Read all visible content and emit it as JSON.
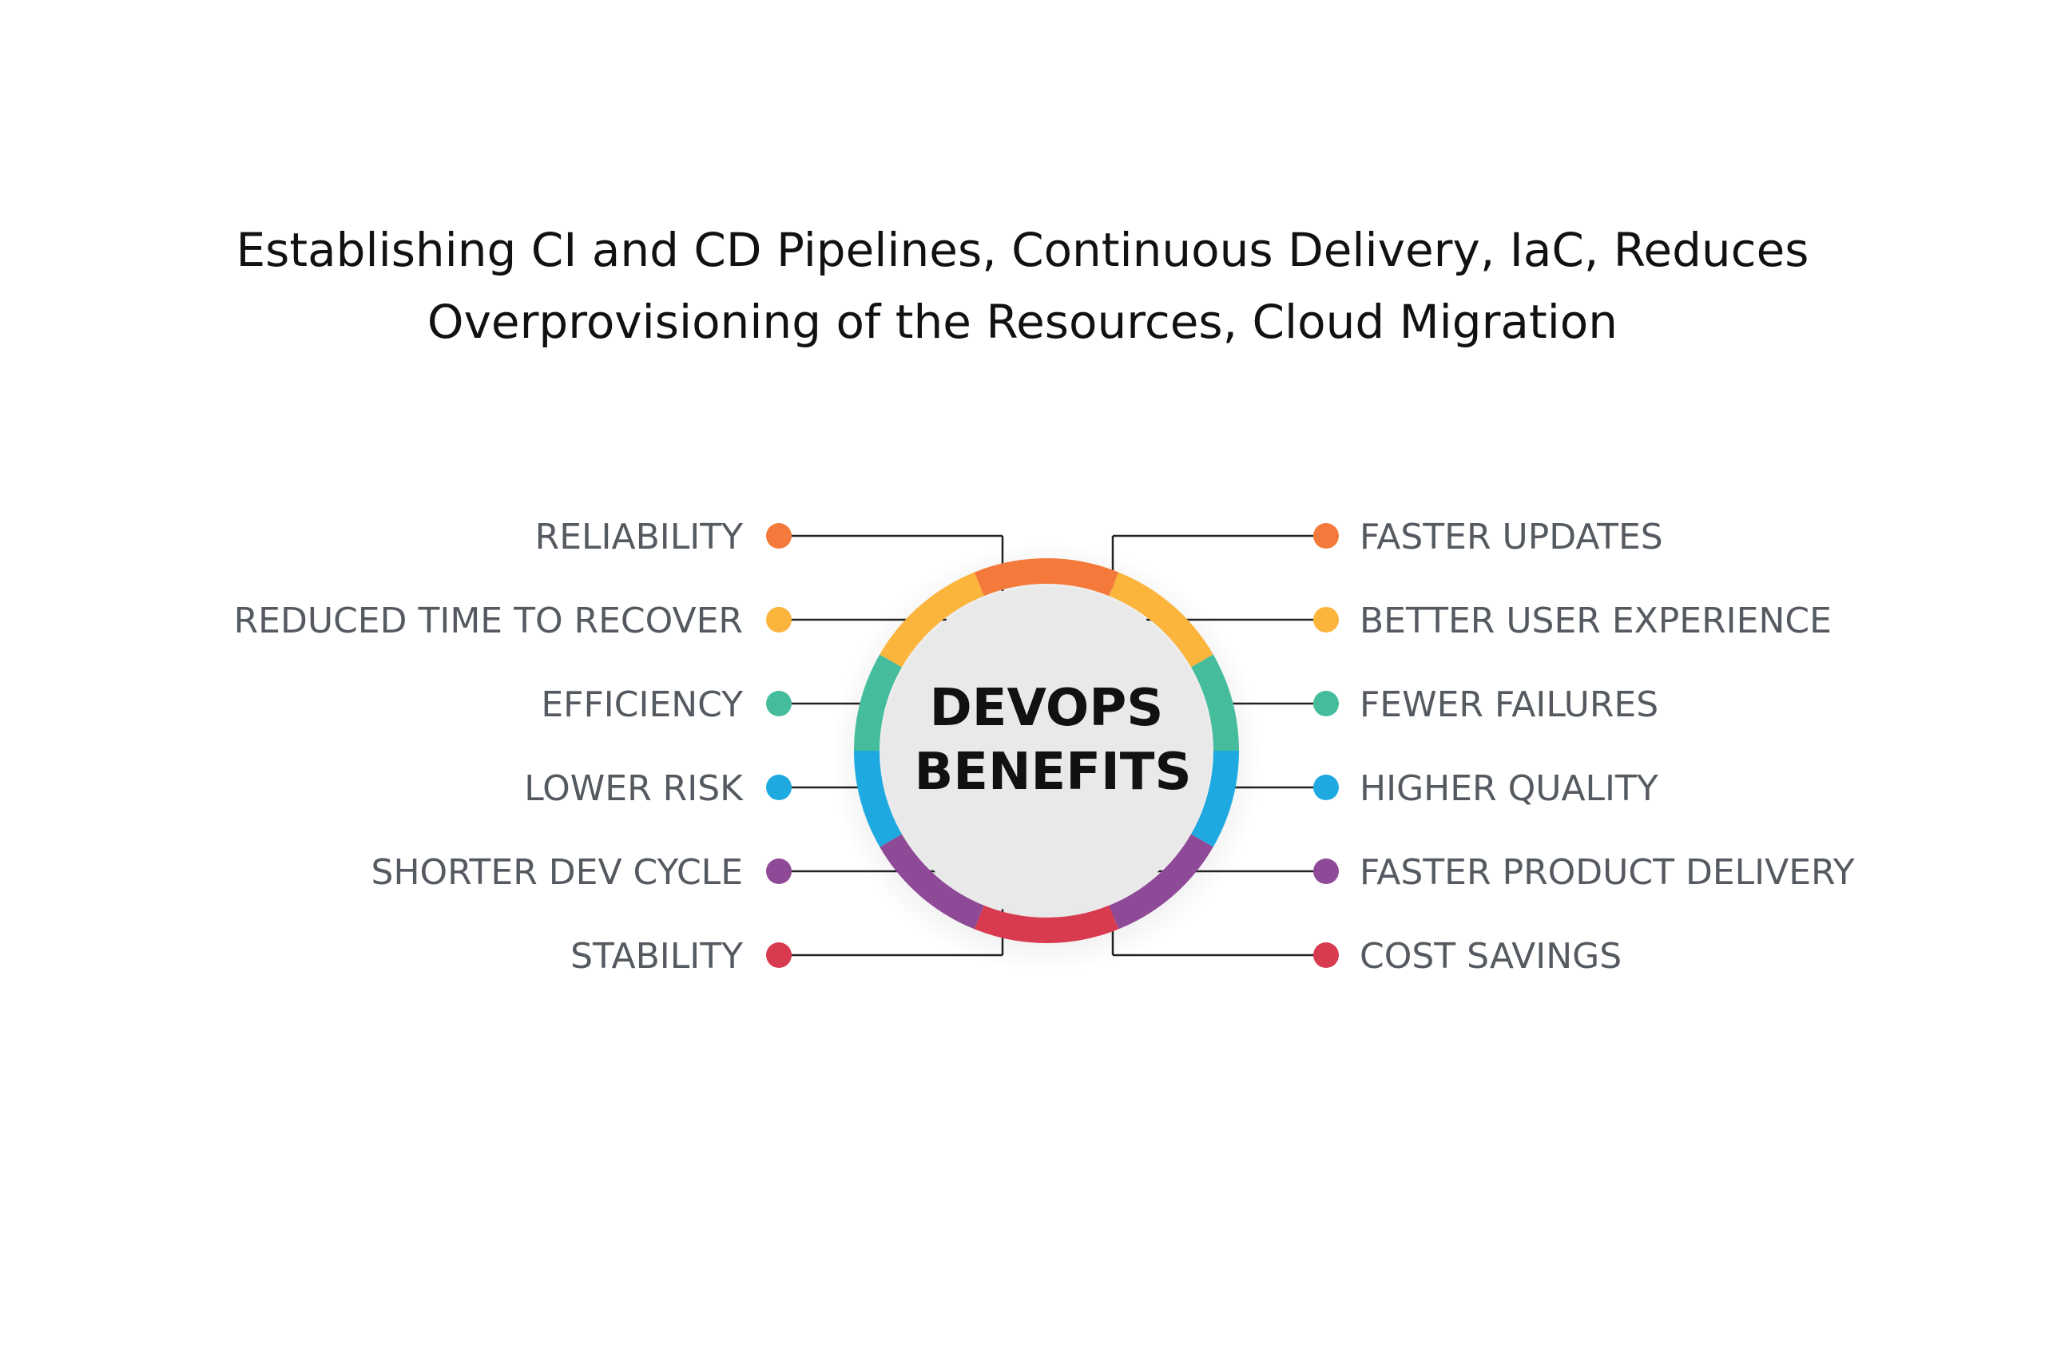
{
  "headline": {
    "line1": "Establishing CI and CD Pipelines, Continuous Delivery, IaC, Reduces",
    "line2": "Overprovisioning of the Resources, Cloud Migration"
  },
  "hub": {
    "line1": "DEVOPS",
    "line2": "BENEFITS"
  },
  "colors": {
    "orange": "#f47a3b",
    "yellow": "#fbb43c",
    "teal": "#45bd9c",
    "blue": "#1fa9e1",
    "purple": "#8f4a97",
    "red": "#d83a4f",
    "connector": "#222222",
    "hub_fill": "#e9e9e9",
    "label_text": "#555a60"
  },
  "left_benefits": [
    {
      "label": "RELIABILITY",
      "color": "#f47a3b"
    },
    {
      "label": "REDUCED TIME TO RECOVER",
      "color": "#fbb43c"
    },
    {
      "label": "EFFICIENCY",
      "color": "#45bd9c"
    },
    {
      "label": "LOWER RISK",
      "color": "#1fa9e1"
    },
    {
      "label": "SHORTER DEV CYCLE",
      "color": "#8f4a97"
    },
    {
      "label": "STABILITY",
      "color": "#d83a4f"
    }
  ],
  "right_benefits": [
    {
      "label": "FASTER UPDATES",
      "color": "#f47a3b"
    },
    {
      "label": "BETTER USER EXPERIENCE",
      "color": "#fbb43c"
    },
    {
      "label": "FEWER FAILURES",
      "color": "#45bd9c"
    },
    {
      "label": "HIGHER QUALITY",
      "color": "#1fa9e1"
    },
    {
      "label": "FASTER PRODUCT DELIVERY",
      "color": "#8f4a97"
    },
    {
      "label": "COST SAVINGS",
      "color": "#d83a4f"
    }
  ]
}
